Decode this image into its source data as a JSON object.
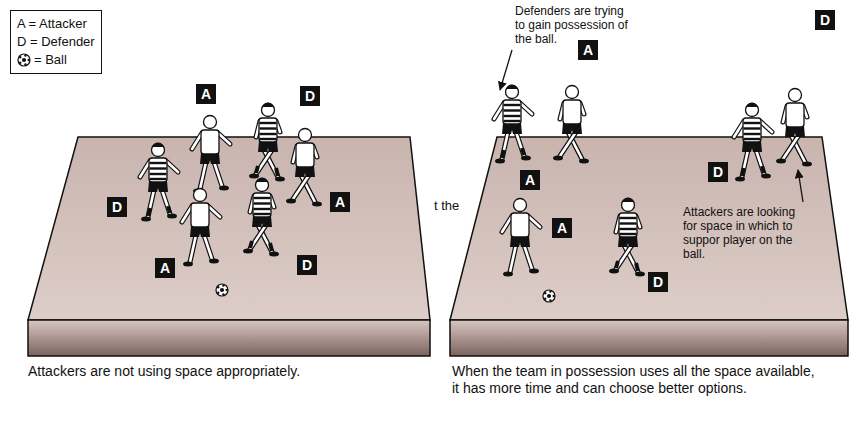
{
  "diagram": {
    "nodes": [
      {
        "text": [
          "A"
        ]
      },
      {
        "text": [
          "D"
        ]
      },
      {
        "text": [
          "D"
        ]
      },
      {
        "text": [
          "A"
        ]
      },
      {
        "text": [
          "A"
        ]
      },
      {
        "text": [
          "D"
        ]
      },
      {
        "text": [
          "A"
        ]
      },
      {
        "text": [
          "A"
        ]
      },
      {
        "text": [
          "D"
        ]
      },
      {
        "text": [
          "D"
        ]
      },
      {
        "text": [
          "A"
        ]
      },
      {
        "text": [
          "D"
        ]
      }
    ],
    "labels": [
      "Defenders are trying to gain possession of the ball.",
      "t the",
      "Attackers are looking for space in which to suppor player on the ball.",
      "Attackers are not using space appropriately.",
      "When the team in possession uses all the space available, it has more time and can choose better options."
    ],
    "legend": [
      {
        "text": "A = Attacker"
      },
      {
        "text": "D = Defender"
      },
      {
        "text": "= Ball"
      }
    ]
  }
}
